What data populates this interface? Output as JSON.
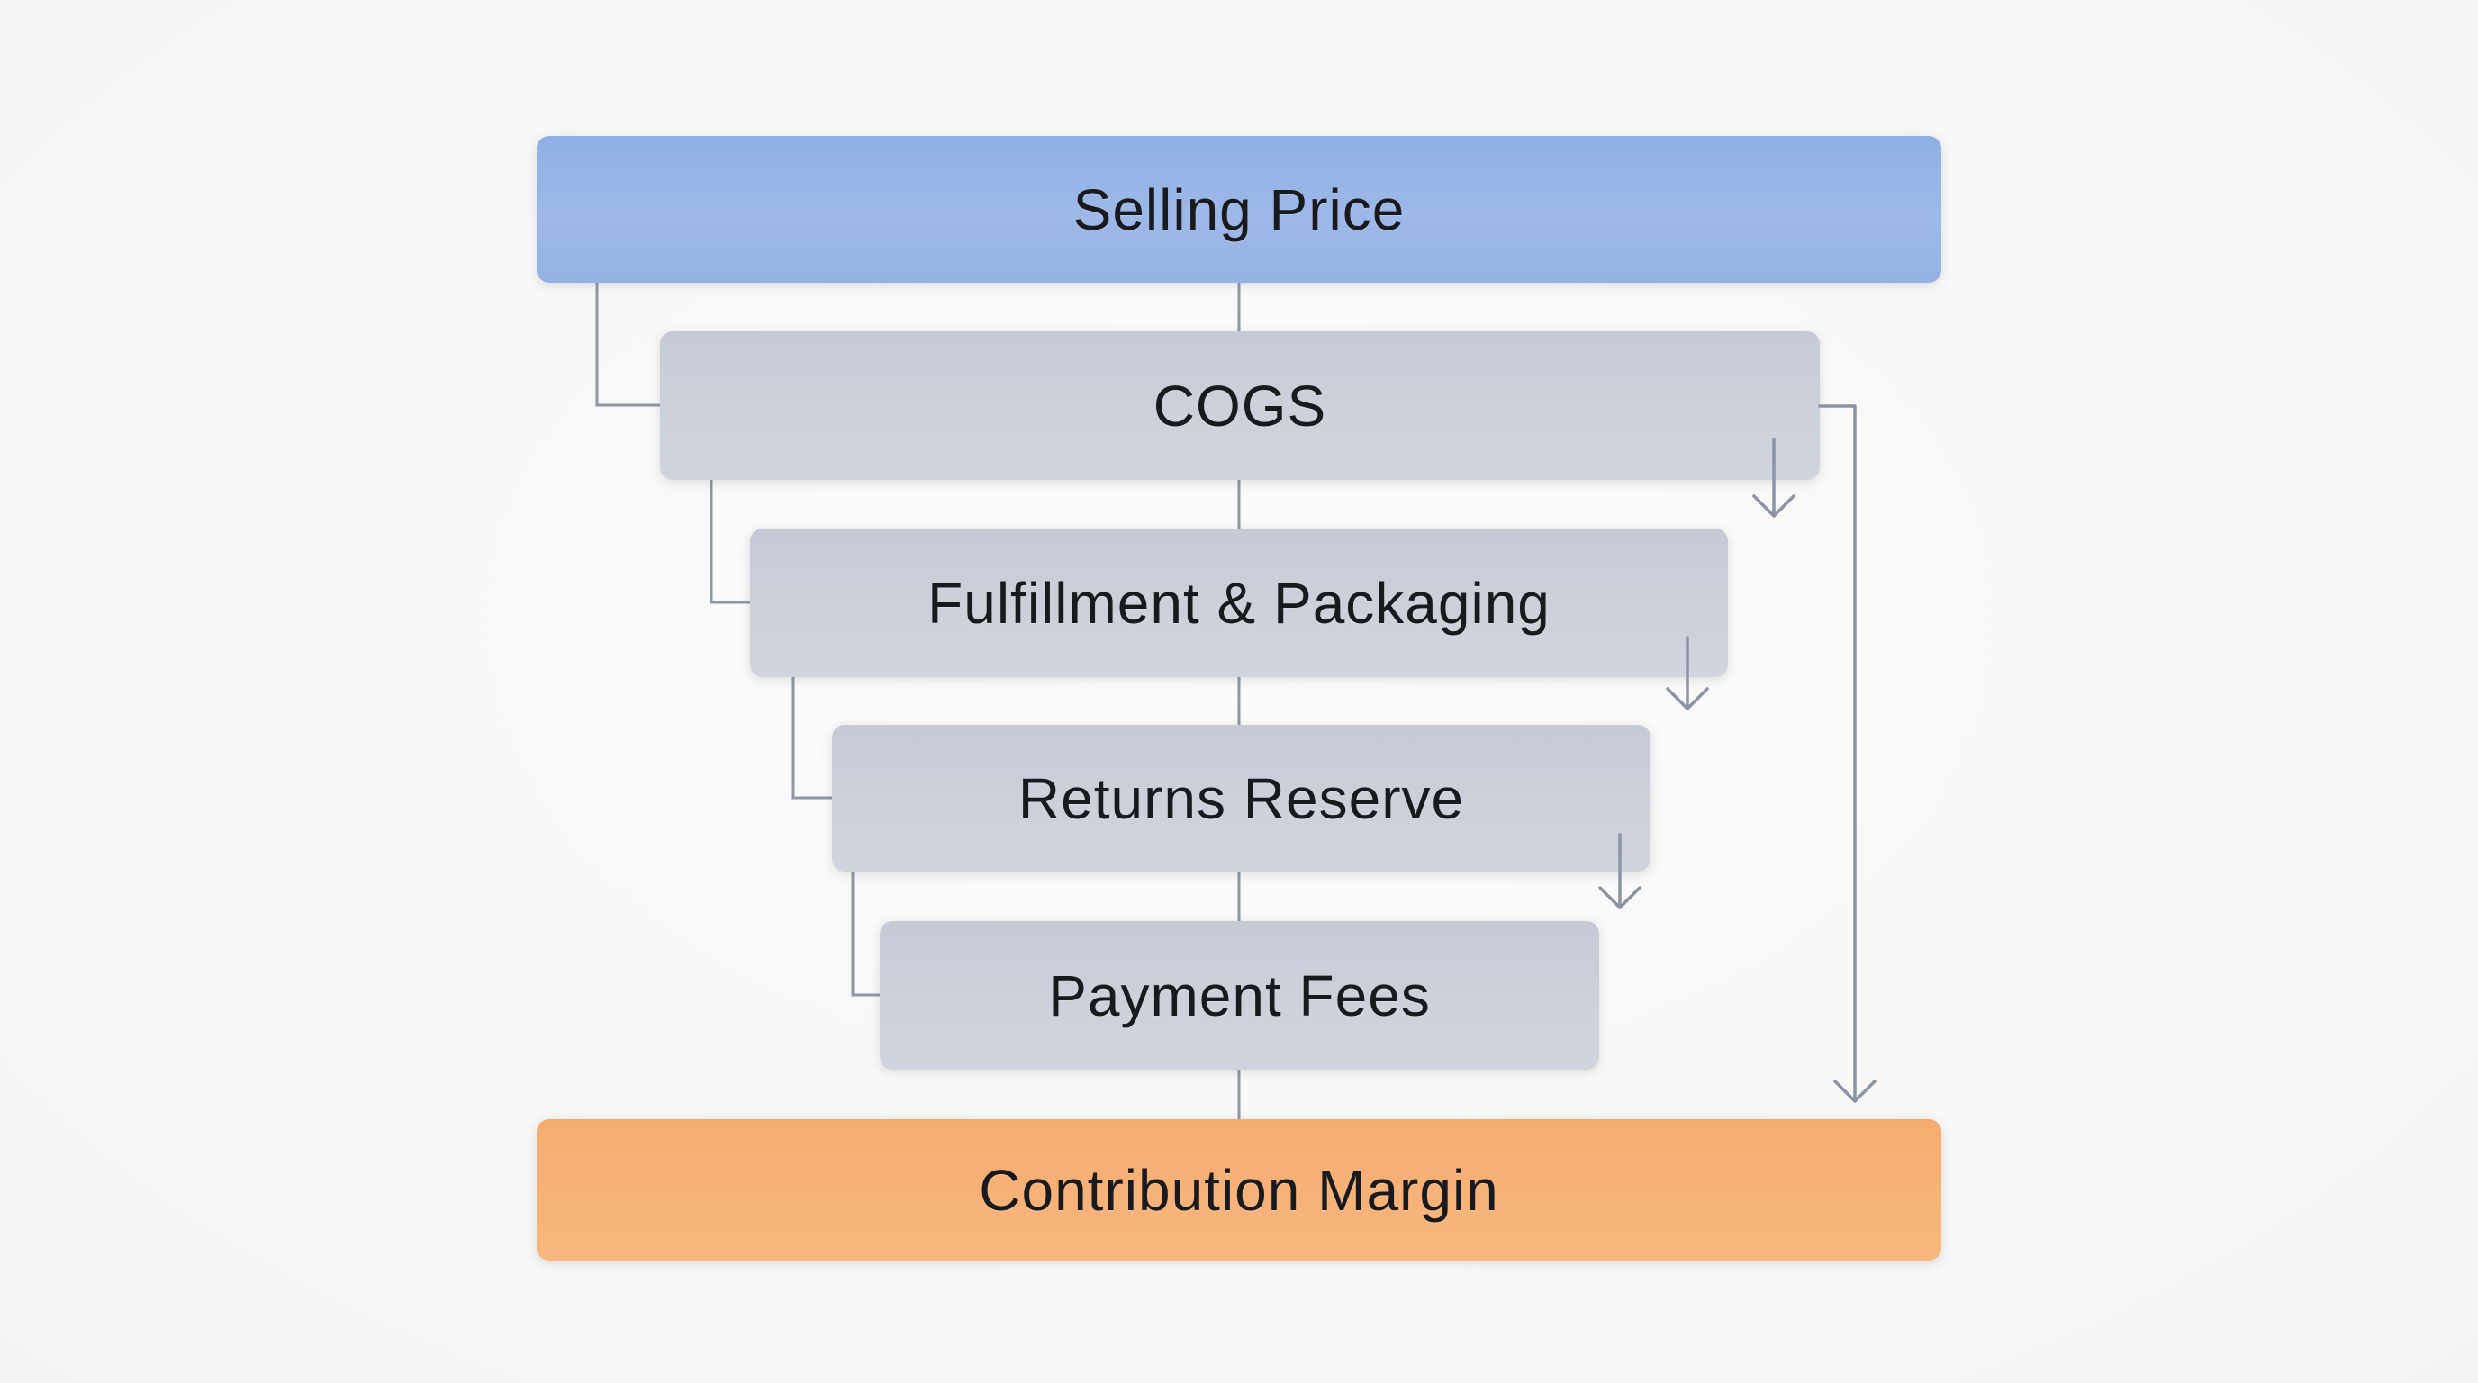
{
  "diagram": {
    "type": "waterfall-flow",
    "nodes": [
      {
        "id": "selling-price",
        "label": "Selling Price",
        "role": "starting-value",
        "color": "#98b5e7"
      },
      {
        "id": "cogs",
        "label": "COGS",
        "role": "deduction",
        "color": "#cbcfd9"
      },
      {
        "id": "fulfillment",
        "label": "Fulfillment & Packaging",
        "role": "deduction",
        "color": "#cbcfd9"
      },
      {
        "id": "returns-reserve",
        "label": "Returns Reserve",
        "role": "deduction",
        "color": "#cbcfd9"
      },
      {
        "id": "payment-fees",
        "label": "Payment Fees",
        "role": "deduction",
        "color": "#cbcfd9"
      },
      {
        "id": "contribution-margin",
        "label": "Contribution Margin",
        "role": "result",
        "color": "#f6b078"
      }
    ],
    "connectors": {
      "color": "#8f96a4",
      "style": "elbow-left-side, center-vertical-spine, right-side-down-arrows, long-right-bypass-from-cogs-to-result"
    }
  }
}
